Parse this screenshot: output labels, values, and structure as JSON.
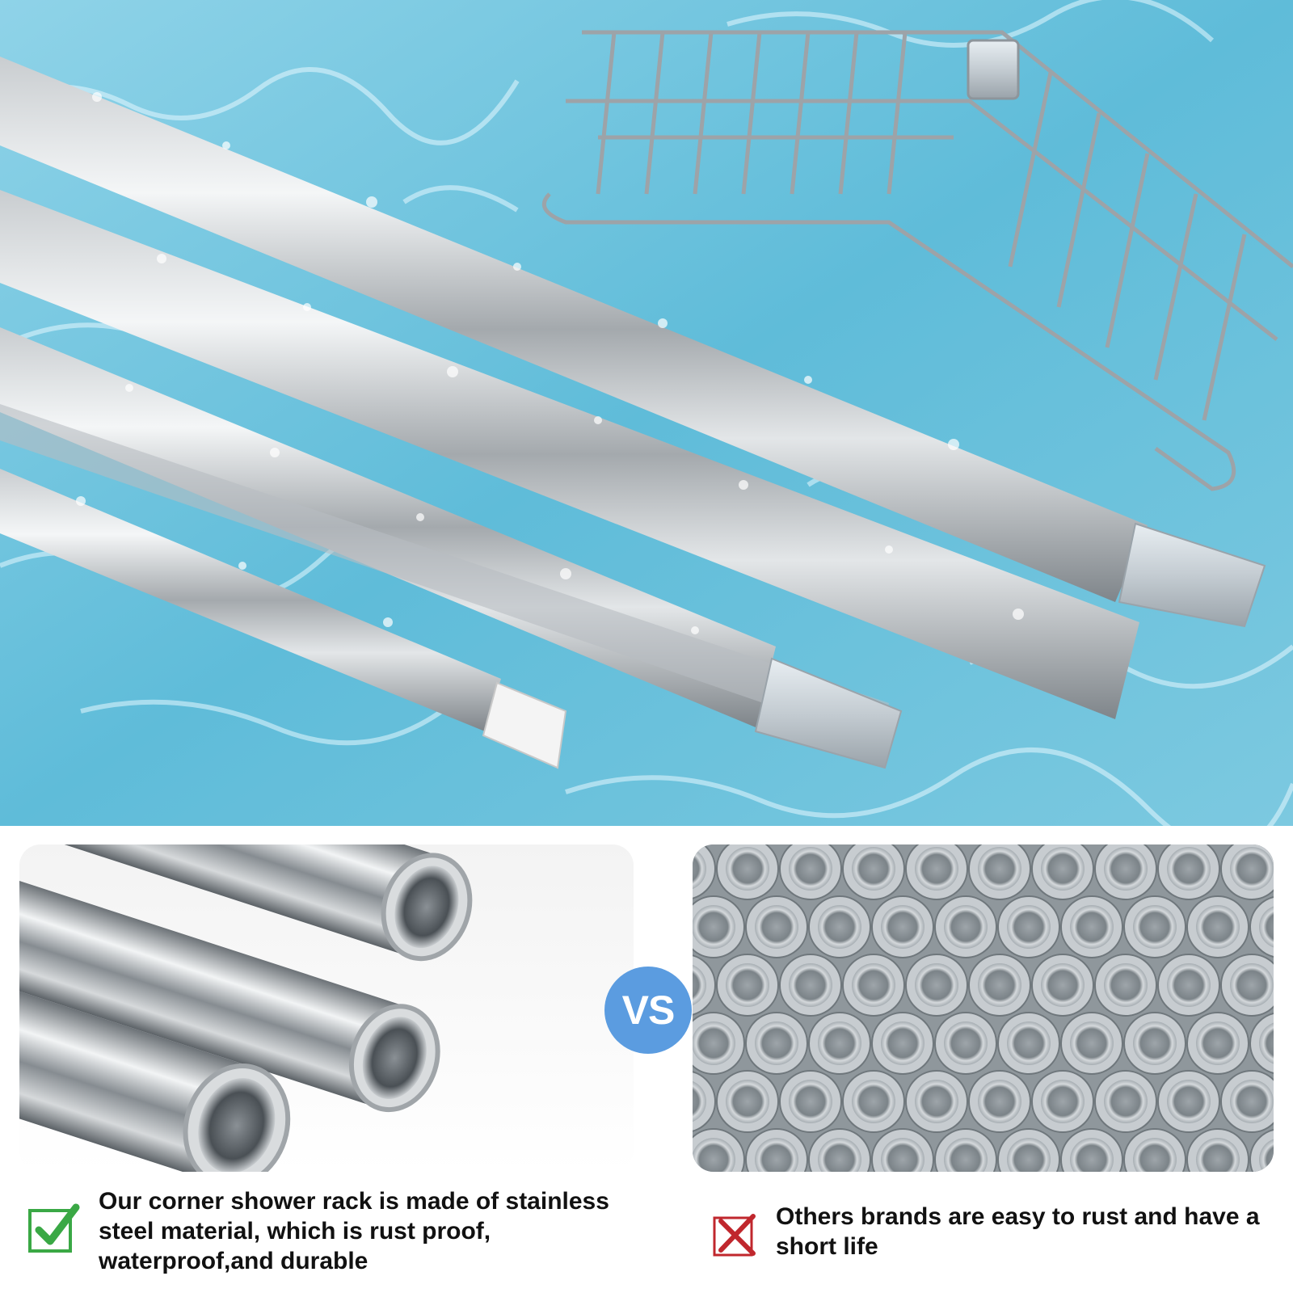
{
  "hero": {
    "description_icon": "water-background-with-steel-poles-and-corner-basket"
  },
  "comparison": {
    "vs_label": "VS",
    "vs_color": "#5b9ce0",
    "ours": {
      "icon": "check-icon",
      "icon_color": "#3aa845",
      "text": "Our corner shower rack is made of stainless steel material, which is rust proof, waterproof,and durable"
    },
    "others": {
      "icon": "cross-icon",
      "icon_color": "#c0272d",
      "text": "Others brands are easy to rust and have a short life"
    }
  }
}
